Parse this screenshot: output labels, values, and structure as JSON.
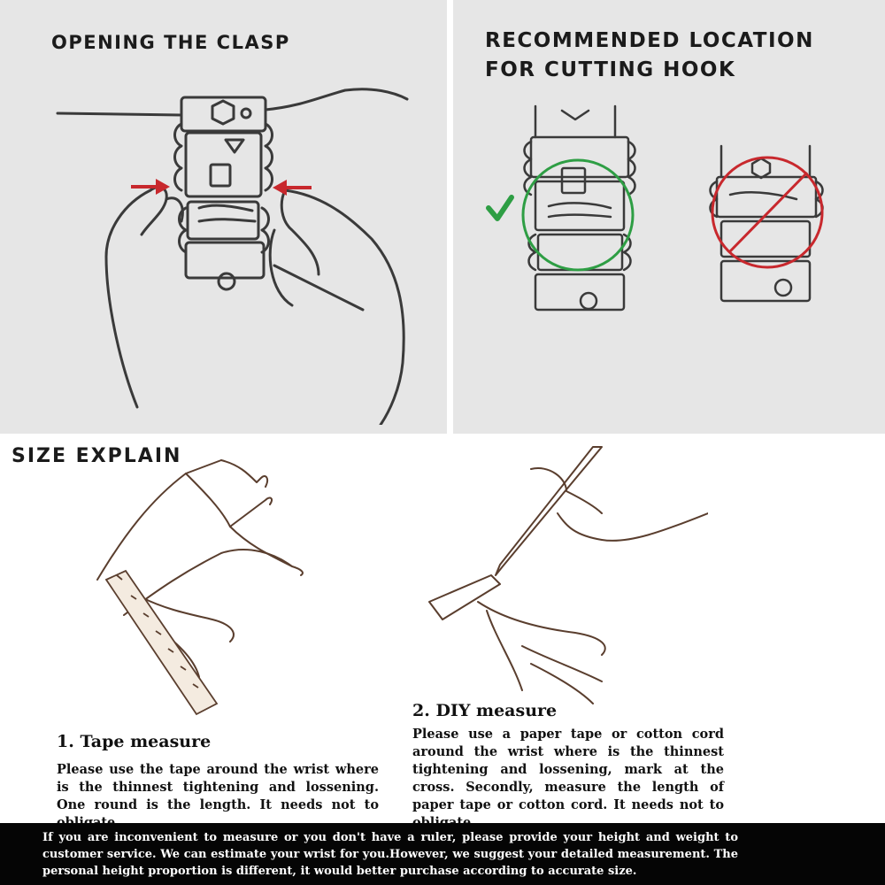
{
  "clasp": {
    "title": "OPENING THE CLASP"
  },
  "cutting_hook": {
    "title": "RECOMMENDED LOCATION\nFOR CUTTING HOOK",
    "good_mark_color": "#2e9e44",
    "bad_mark_color": "#c8282d"
  },
  "size": {
    "title": "SIZE EXPLAIN",
    "tape": {
      "title": "1. Tape measure",
      "body": "Please use the tape around the wrist where is the thinnest tightening and lossening. One round is the length. It needs not to obligate."
    },
    "diy": {
      "title": "2. DIY measure",
      "body": "Please use a paper tape or cotton cord around the wrist where is the thinnest tightening and lossening, mark at the cross. Secondly, measure the length of paper tape or cotton cord. It needs not to obligate."
    }
  },
  "footer": {
    "text": "If you are inconvenient to measure or you don't have a ruler, please provide your height and weight to customer service. We can estimate your wrist for you.However, we suggest your detailed measurement. The personal height proportion is different, it would better purchase according to accurate size."
  },
  "colors": {
    "panel_bg": "#e6e6e6",
    "arrow_red": "#c8282d",
    "line_art": "#3a3a3a",
    "sketch": "#5a3e2e",
    "footer_bg": "#050505"
  },
  "icons": [
    "arrow-right-icon",
    "arrow-left-icon",
    "checkmark-icon",
    "prohibited-icon"
  ]
}
